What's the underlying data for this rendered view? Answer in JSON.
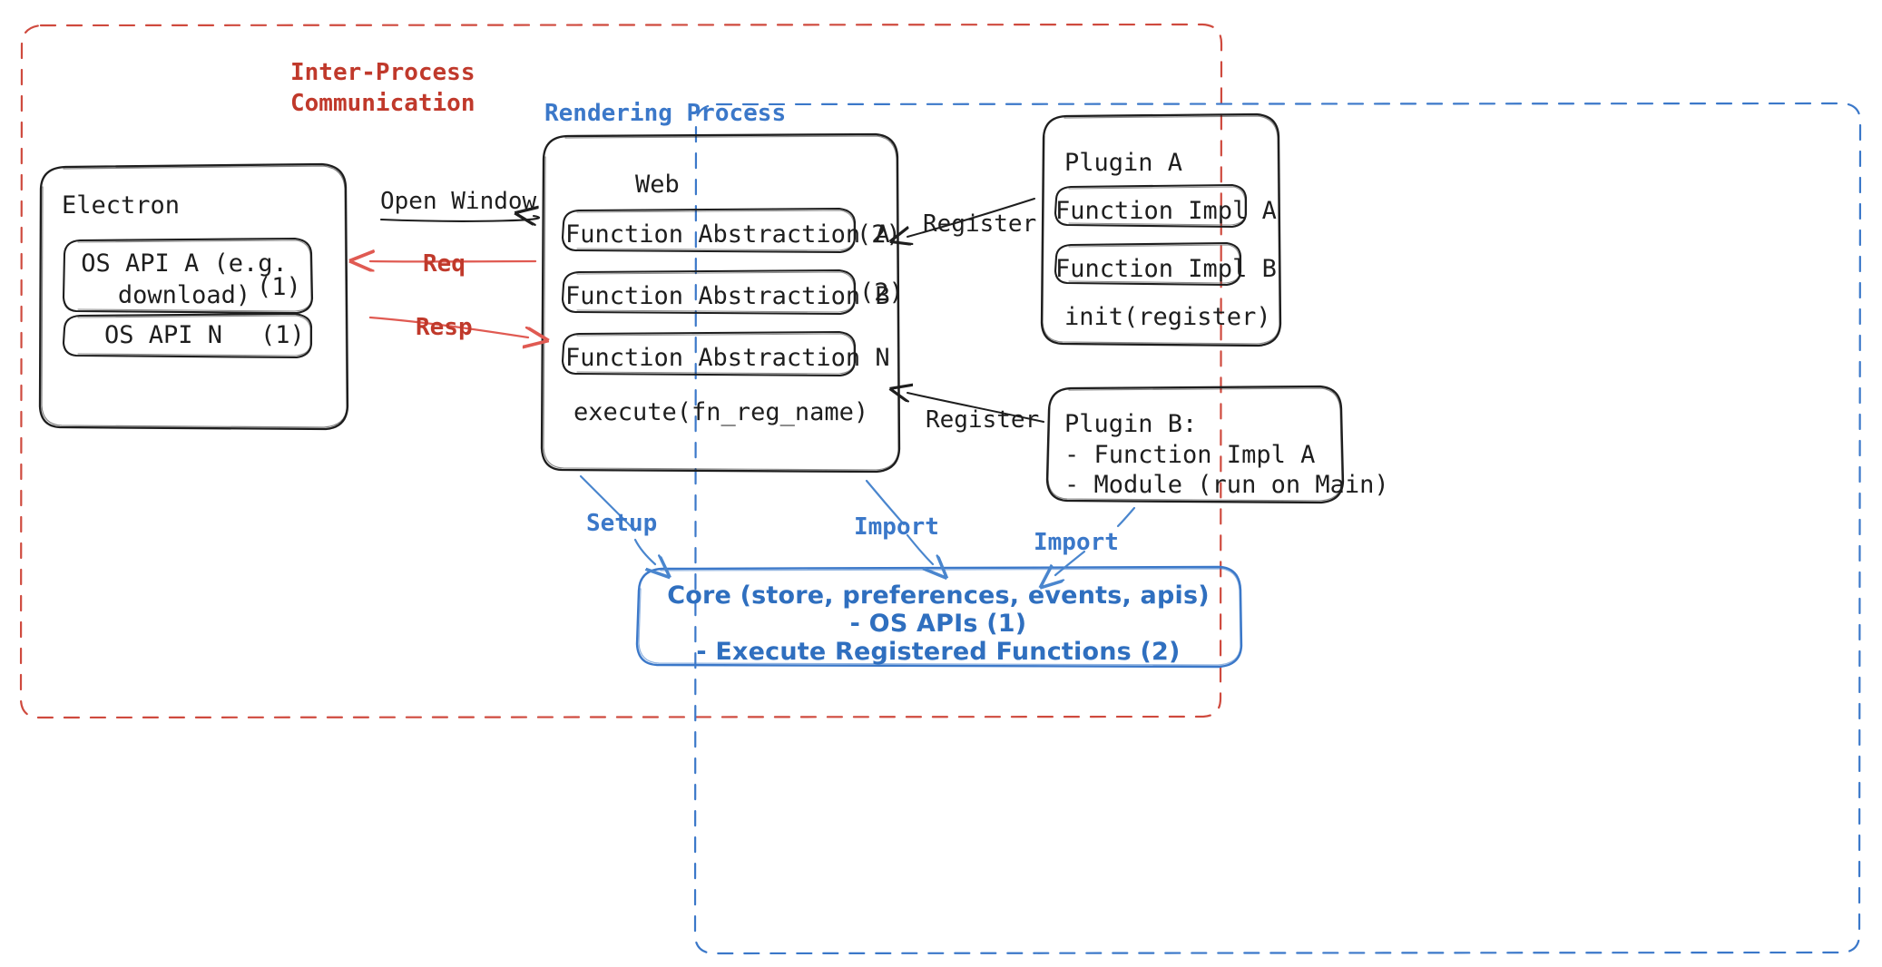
{
  "zones": {
    "ipc": {
      "title": "Inter-Process\nCommunication",
      "color": "#c0392b",
      "style": "dashed"
    },
    "rendering": {
      "title": "Rendering Process",
      "color": "#3b78c9",
      "style": "dashed"
    }
  },
  "electron": {
    "title": "Electron",
    "apis": [
      {
        "label": "OS API A (e.g.\ndownload)",
        "ref": "(1)"
      },
      {
        "label": "OS API N",
        "ref": "(1)"
      }
    ]
  },
  "web": {
    "title": "Web",
    "abstractions": [
      {
        "label": "Function Abstraction A",
        "ref": "(2)"
      },
      {
        "label": "Function Abstraction B",
        "ref": "(2)"
      },
      {
        "label": "Function Abstraction N",
        "ref": ""
      }
    ],
    "execute": "execute(fn_reg_name)"
  },
  "plugin_a": {
    "title": "Plugin A",
    "functions": [
      "Function Impl A",
      "Function Impl B"
    ],
    "init": "init(register)"
  },
  "plugin_b": {
    "title": "Plugin B:",
    "items": [
      "- Function Impl A",
      "- Module (run on Main)"
    ]
  },
  "core": {
    "lines": [
      "Core (store, preferences, events, apis)",
      "- OS APIs (1)",
      "- Execute Registered Functions (2)"
    ],
    "color": "#2f6fbf"
  },
  "edges": {
    "open_window": "Open Window",
    "req": "Req",
    "resp": "Resp",
    "register_top": "Register",
    "register_bottom": "Register",
    "setup": "Setup",
    "import_web": "Import",
    "import_plugin": "Import"
  },
  "colors": {
    "ink": "#1e1e1e",
    "red": "#c0392b",
    "blue": "#3b78c9",
    "core_blue": "#2f6fbf"
  }
}
